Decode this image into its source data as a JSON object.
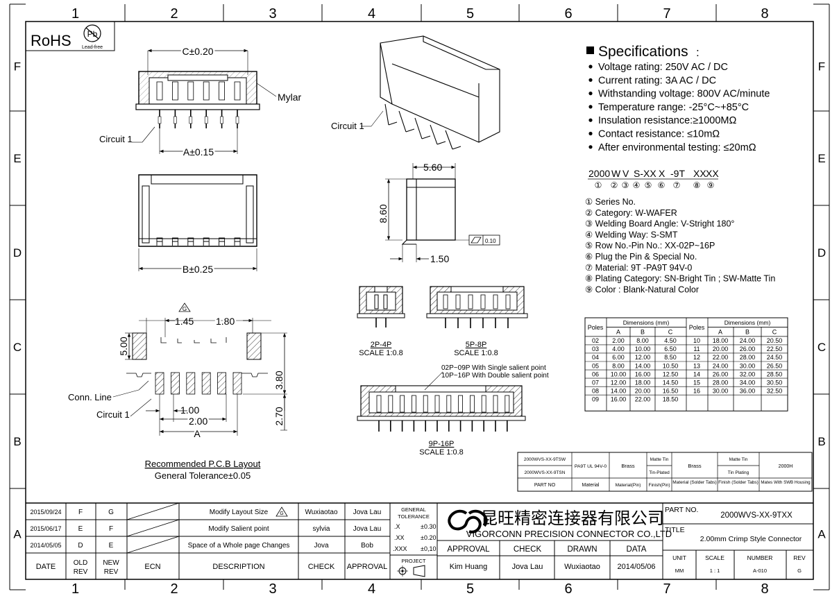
{
  "frame": {
    "cols": [
      "1",
      "2",
      "3",
      "4",
      "5",
      "6",
      "7",
      "8"
    ],
    "rows": [
      "F",
      "E",
      "D",
      "C",
      "B",
      "A"
    ]
  },
  "rohs": {
    "label": "RoHS",
    "pb": "Pb",
    "sub": "Lead-free"
  },
  "views": {
    "front": {
      "dim_c": "C±0.20",
      "dim_a": "A±0.15",
      "mylar": "Mylar",
      "circuit": "Circuit 1"
    },
    "bottom": {
      "dim_b": "B±0.25"
    },
    "iso": {
      "circuit": "Circuit 1"
    },
    "side": {
      "w": "5.60",
      "h": "8.60",
      "offset": "1.50",
      "flat": "0.10"
    },
    "pcb": {
      "rev_mark": "G",
      "d145": "1.45",
      "d180": "1.80",
      "d500": "5.00",
      "d380": "3.80",
      "d270": "2.70",
      "d100": "1.00",
      "d200": "2.00",
      "da": "A",
      "conn_line": "Conn. Line",
      "circuit": "Circuit 1",
      "title": "Recommended P.C.B Layout",
      "tol": "General Tolerance±0.05"
    },
    "sec1": {
      "name": "2P-4P",
      "scale": "SCALE 1:0.8"
    },
    "sec2": {
      "name": "5P-8P",
      "scale": "SCALE 1:0.8"
    },
    "sec3": {
      "name": "9P-16P",
      "scale": "SCALE 1:0.8",
      "note1": "02P~09P With Single salient point",
      "note2": "10P~16P With Double salient point"
    }
  },
  "specs": {
    "title": "Specifications",
    "items": [
      "Voltage rating: 250V AC / DC",
      "Current rating: 3A  AC / DC",
      "Withstanding voltage: 800V AC/minute",
      "Temperature range: -25°C~+85°C",
      "Insulation resistance:≥1000MΩ",
      "Contact resistance: ≤10mΩ",
      "After environmental testing: ≤20mΩ"
    ]
  },
  "partcode": {
    "segments": [
      "2000",
      "W",
      "V",
      "S-XX",
      "X",
      "-9T",
      "XX",
      "XX"
    ],
    "numbers": [
      "①",
      "②",
      "③",
      "④",
      "⑤",
      "⑥",
      "⑦",
      "⑧",
      "⑨"
    ],
    "legend": [
      "① Series No.",
      "② Category: W-WAFER",
      "③ Welding Board Angle: V-Stright 180°",
      "④ Welding Way: S-SMT",
      "⑤ Row No.-Pin No.: XX-02P~16P",
      "⑥ Plug the Pin & Special No.",
      "⑦ Material: 9T -PA9T 94V-0",
      "⑧ Plating Category: SN-Bright Tin ; SW-Matte Tin",
      "⑨ Color : Blank-Natural Color"
    ]
  },
  "dimtable": {
    "poles": "Poles",
    "dims": "Dimensions (mm)",
    "abc": [
      "A",
      "B",
      "C"
    ],
    "left": [
      [
        "02",
        "2.00",
        "8.00",
        "4.50"
      ],
      [
        "03",
        "4.00",
        "10.00",
        "6.50"
      ],
      [
        "04",
        "6.00",
        "12.00",
        "8.50"
      ],
      [
        "05",
        "8.00",
        "14.00",
        "10.50"
      ],
      [
        "06",
        "10.00",
        "16.00",
        "12.50"
      ],
      [
        "07",
        "12.00",
        "18.00",
        "14.50"
      ],
      [
        "08",
        "14.00",
        "20.00",
        "16.50"
      ],
      [
        "09",
        "16.00",
        "22.00",
        "18.50"
      ]
    ],
    "right": [
      [
        "10",
        "18.00",
        "24.00",
        "20.50"
      ],
      [
        "11",
        "20.00",
        "26.00",
        "22.50"
      ],
      [
        "12",
        "22.00",
        "28.00",
        "24.50"
      ],
      [
        "13",
        "24.00",
        "30.00",
        "26.50"
      ],
      [
        "14",
        "26.00",
        "32.00",
        "28.50"
      ],
      [
        "15",
        "28.00",
        "34.00",
        "30.50"
      ],
      [
        "16",
        "30.00",
        "36.00",
        "32.50"
      ],
      [
        "",
        "",
        "",
        ""
      ]
    ]
  },
  "matl": {
    "pn1": "2000WVS-XX-9TSW",
    "pn2": "2000WVS-XX-9TSN",
    "material": "PA9T  UL 94V-0",
    "brass": "Brass",
    "matte1": "Matte Tin",
    "tinplated": "Tin-Plated",
    "brass2": "Brass",
    "matte2": "Matte Tin",
    "tinplating": "Tin Plating",
    "mate": "2000H",
    "h_partno": "PART NO",
    "h_material": "Material",
    "h_matpin": "Material(Pin)",
    "h_finpin": "Finish(Pin)",
    "h_matsol": "Material (Solder Tabs)",
    "h_finsol": "Finish (Solder Tabs)",
    "h_mates": "Mates With SWB Housing"
  },
  "revisions": [
    {
      "date": "2015/09/24",
      "old": "F",
      "new": "G",
      "desc": "Modify  Layout  Size",
      "check": "Wuxiaotao",
      "approval": "Jova Lau"
    },
    {
      "date": "2015/06/17",
      "old": "E",
      "new": "F",
      "desc": "Modify Salient point",
      "check": "sylvia",
      "approval": "Jova Lau"
    },
    {
      "date": "2014/05/05",
      "old": "D",
      "new": "E",
      "desc": "Space of a Whole page Changes",
      "check": "Jova",
      "approval": "Bob"
    }
  ],
  "revheader": {
    "date": "DATE",
    "old": "OLD REV",
    "new": "NEW REV",
    "ecn": "ECN",
    "desc": "DESCRIPTION",
    "check": "CHECK",
    "approval": "APPROVAL"
  },
  "tolerance": {
    "title1": "GENERAL",
    "title2": "TOLERANCE",
    "r1": ".X",
    "v1": "±0.30",
    "r2": ".XX",
    "v2": "±0.20",
    "r3": ".XXX",
    "v3": "±0,10",
    "project": "PROJECT"
  },
  "company": {
    "cn": "昆旺精密连接器有限公司",
    "en": "VIGORCONN PRECISION CONNECTOR CO.,LTD"
  },
  "signoff": {
    "h": [
      "APPROVAL",
      "CHECK",
      "DRAWN",
      "DATA"
    ],
    "v": [
      "Kim Huang",
      "Jova Lau",
      "Wuxiaotao",
      "2014/05/06"
    ]
  },
  "titleblock": {
    "partno_l": "PART NO.",
    "partno": "2000WVS-XX-9TXX",
    "title_l": "TITLE",
    "title": "2.00mm Crimp Style Connector",
    "unit_l": "UNIT",
    "unit": "MM",
    "scale_l": "SCALE",
    "scale": "1 : 1",
    "number_l": "NUMBER",
    "number": "A-010",
    "rev_l": "REV",
    "rev": "G"
  }
}
